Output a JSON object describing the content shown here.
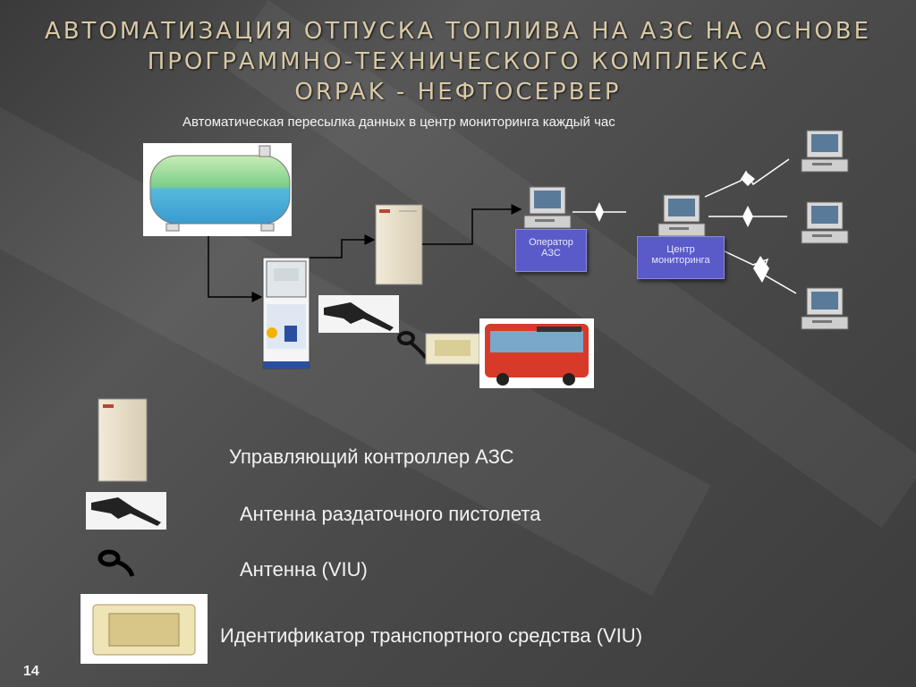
{
  "title": {
    "line1": "АВТОМАТИЗАЦИЯ ОТПУСКА ТОПЛИВА НА АЗС НА ОСНОВЕ",
    "line2": "ПРОГРАММНО-ТЕХНИЧЕСКОГО КОМПЛЕКСА",
    "line3": "ORPAK  -  НЕФТОСЕРВЕР"
  },
  "subtitle": "Автоматическая пересылка данных в центр мониторинга каждый час",
  "diagram": {
    "operator_label_1": "Оператор",
    "operator_label_2": "АЗС",
    "center_label_1": "Центр",
    "center_label_2": "мониторинга"
  },
  "legend": {
    "controller": "Управляющий контроллер АЗС",
    "nozzle_antenna": "Антенна раздаточного пистолета",
    "viu_antenna": "Антенна (VIU)",
    "vehicle_id": "Идентификатор транспортного средства (VIU)"
  },
  "slide_number": "14",
  "colors": {
    "title": "#d9c9a6",
    "box": "#5a5ac8",
    "tank_top": "#8fd18a",
    "tank_bottom": "#4ab0e0"
  }
}
